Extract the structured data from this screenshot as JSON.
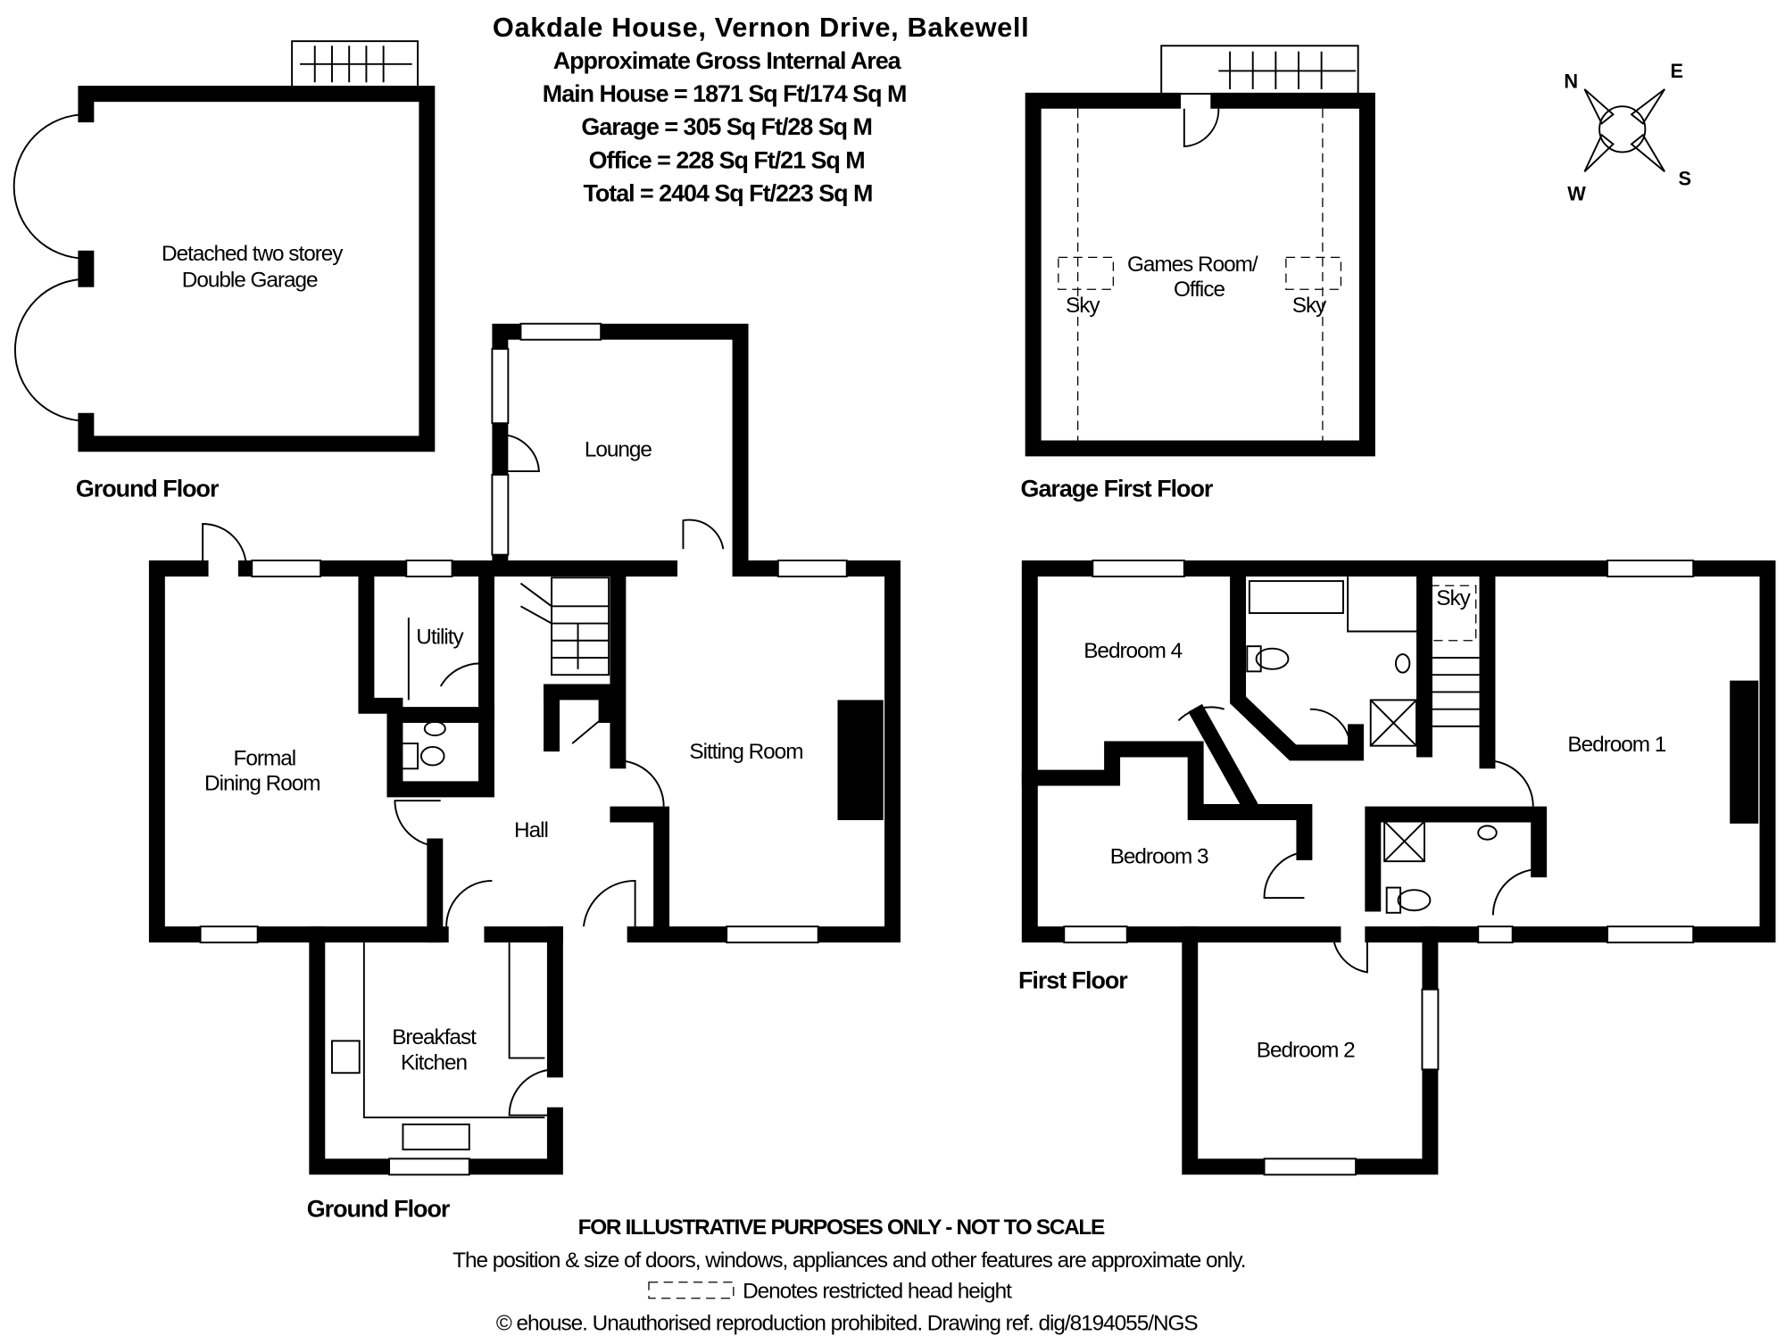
{
  "header": {
    "title": "Oakdale House, Vernon Drive, Bakewell",
    "subtitle": "Approximate Gross Internal Area",
    "areas": [
      "Main House = 1871 Sq Ft/174 Sq M",
      "Garage = 305 Sq Ft/28 Sq M",
      "Office = 228 Sq Ft/21 Sq M",
      "Total = 2404 Sq Ft/223 Sq M"
    ]
  },
  "compass": {
    "n": "N",
    "e": "E",
    "s": "S",
    "w": "W"
  },
  "garage": {
    "label_line1": "Detached two storey",
    "label_line2": "Double Garage",
    "floor_label": "Ground Floor"
  },
  "garage_first": {
    "room_line1": "Games Room/",
    "room_line2": "Office",
    "sky_left": "Sky",
    "sky_right": "Sky",
    "floor_label": "Garage First Floor"
  },
  "ground_floor": {
    "floor_label": "Ground Floor",
    "rooms": {
      "lounge": "Lounge",
      "utility": "Utility",
      "dining_line1": "Formal",
      "dining_line2": "Dining Room",
      "hall": "Hall",
      "sitting": "Sitting Room",
      "kitchen_line1": "Breakfast",
      "kitchen_line2": "Kitchen"
    }
  },
  "first_floor": {
    "floor_label": "First Floor",
    "rooms": {
      "bedroom4": "Bedroom 4",
      "bedroom3": "Bedroom 3",
      "bedroom1": "Bedroom 1",
      "bedroom2": "Bedroom 2",
      "sky": "Sky"
    }
  },
  "footer": {
    "disclaimer": "FOR ILLUSTRATIVE PURPOSES ONLY - NOT TO SCALE",
    "note": "The position & size of doors, windows, appliances and other features are approximate only.",
    "legend": "Denotes restricted head height",
    "copyright": "© ehouse. Unauthorised reproduction prohibited. Drawing ref. dig/8194055/NGS"
  }
}
